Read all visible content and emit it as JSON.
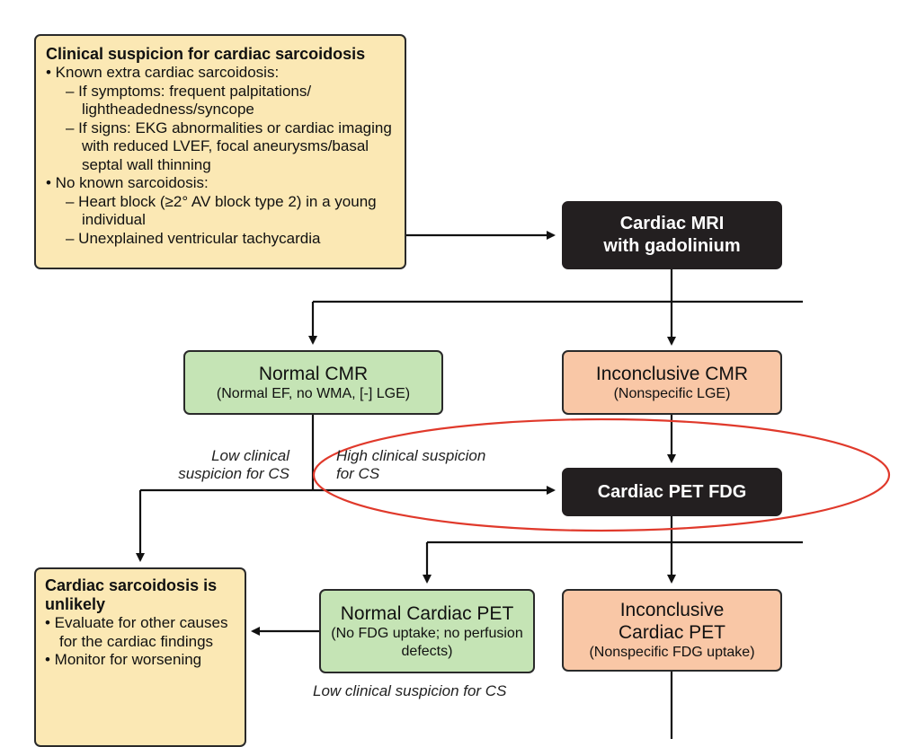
{
  "suspicion_box": {
    "title": "Clinical suspicion for cardiac sarcoidosis",
    "known_header": "• Known extra cardiac sarcoidosis:",
    "known_item_1": "– If symptoms: frequent palpitations/ lightheadedness/syncope",
    "known_item_2": "– If signs: EKG abnormalities or cardiac imaging with reduced LVEF, focal aneurysms/basal septal wall thinning",
    "unknown_header": "• No known sarcoidosis:",
    "unknown_item_1": "– Heart block (≥2° AV block type 2) in a young individual",
    "unknown_item_2": "– Unexplained ventricular tachycardia"
  },
  "mri_box": {
    "line1": "Cardiac MRI",
    "line2": "with gadolinium"
  },
  "normal_cmr": {
    "title": "Normal CMR",
    "subtitle": "(Normal EF, no WMA, [-] LGE)"
  },
  "inconclusive_cmr": {
    "title": "Inconclusive CMR",
    "subtitle": "(Nonspecific LGE)"
  },
  "pet_box": {
    "label": "Cardiac PET FDG"
  },
  "labels": {
    "low_suspicion": "Low clinical suspicion for CS",
    "high_suspicion": "High clinical suspicion for CS",
    "low_suspicion_bottom": "Low clinical suspicion for CS"
  },
  "unlikely_box": {
    "title": "Cardiac sarcoidosis is unlikely",
    "item_1": "• Evaluate for other causes for the cardiac findings",
    "item_2": "• Monitor for worsening"
  },
  "normal_pet": {
    "title": "Normal Cardiac PET",
    "subtitle": "(No FDG uptake; no perfusion defects)"
  },
  "inconclusive_pet": {
    "title": "Inconclusive Cardiac PET",
    "subtitle": "(Nonspecific FDG uptake)"
  },
  "colors": {
    "yellow_box": "#fbe8b4",
    "black_box": "#231f20",
    "green_box": "#c5e4b5",
    "orange_box": "#f9c7a6",
    "highlight_ellipse": "#e0392b"
  }
}
